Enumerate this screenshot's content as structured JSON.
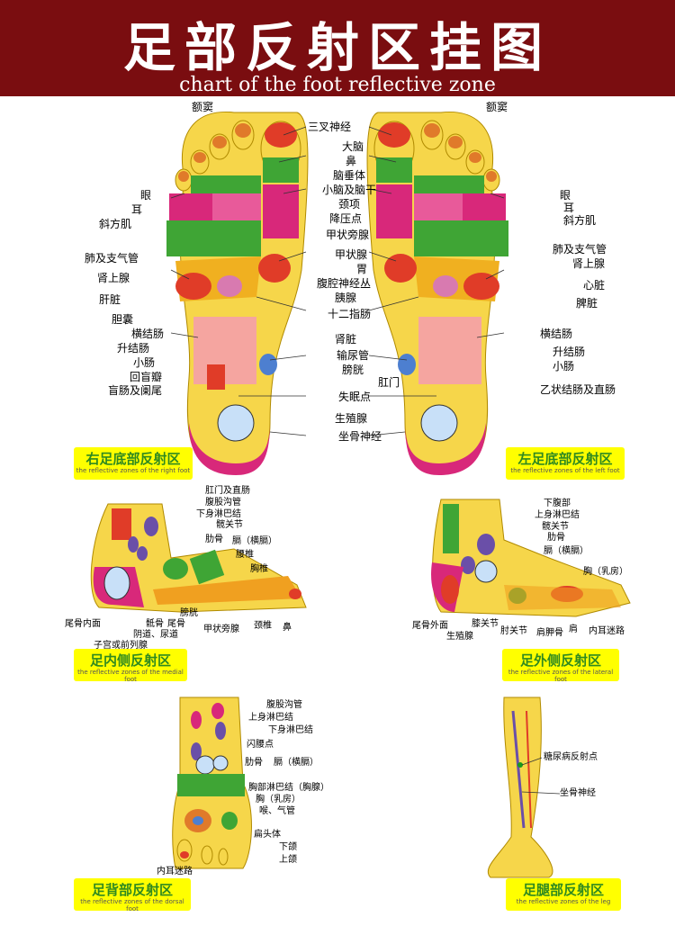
{
  "header": {
    "title": "足部反射区挂图",
    "subtitle": "chart of the foot reflective zone"
  },
  "panels": {
    "right_sole": {
      "title": "右足底部反射区",
      "subtitle": "the reflective zones of the right foot"
    },
    "left_sole": {
      "title": "左足底部反射区",
      "subtitle": "the reflective zones of the left foot"
    },
    "medial": {
      "title": "足内侧反射区",
      "subtitle": "the reflective zones of the medial foot"
    },
    "lateral": {
      "title": "足外侧反射区",
      "subtitle": "the reflective zones of the lateral foot"
    },
    "dorsal": {
      "title": "足背部反射区",
      "subtitle": "the reflective zones of the dorsal foot"
    },
    "leg": {
      "title": "足腿部反射区",
      "subtitle": "the reflective zones of the leg"
    }
  },
  "sole_labels": {
    "left_side": [
      "额窦",
      "眼",
      "耳",
      "斜方肌",
      "肺及支气管",
      "肾上腺",
      "肝脏",
      "胆囊",
      "横结肠",
      "升结肠",
      "小肠",
      "回盲瓣",
      "盲肠及阑尾"
    ],
    "center": [
      "三叉神经",
      "大脑",
      "鼻",
      "脑垂体",
      "小脑及脑干",
      "颈项",
      "降压点",
      "甲状旁腺",
      "甲状腺",
      "胃",
      "腹腔神经丛",
      "胰腺",
      "十二指肠",
      "肾脏",
      "输尿管",
      "膀胱",
      "失眠点",
      "生殖腺",
      "坐骨神经"
    ],
    "right_side": [
      "额窦",
      "眼",
      "耳",
      "斜方肌",
      "肺及支气管",
      "肾上腺",
      "心脏",
      "脾脏",
      "横结肠",
      "升结肠",
      "小肠",
      "肛门",
      "乙状结肠及直肠"
    ]
  },
  "medial_labels": [
    "肛门及直肠",
    "腹股沟管",
    "下身淋巴结",
    "髋关节",
    "肋骨",
    "膈（横膈）",
    "腰椎",
    "胸椎",
    "膀胱",
    "尾骨内面",
    "骶骨",
    "尾骨",
    "阴道、尿道",
    "子宫或前列腺",
    "甲状旁腺",
    "颈椎",
    "鼻"
  ],
  "lateral_labels": [
    "下腹部",
    "上身淋巴结",
    "髋关节",
    "肋骨",
    "膈（横膈）",
    "胸（乳房）",
    "尾骨外面",
    "生殖腺",
    "膝关节",
    "肘关节",
    "肩胛骨",
    "肩",
    "内耳迷路"
  ],
  "dorsal_labels": [
    "腹股沟管",
    "上身淋巴结",
    "下身淋巴结",
    "闪腰点",
    "肋骨",
    "膈（横膈）",
    "胸部淋巴结（胸腺）",
    "胸（乳房）",
    "喉、气管",
    "扁头体",
    "下颌",
    "上颌",
    "内耳迷路"
  ],
  "leg_labels": [
    "糖尿病反射点",
    "坐骨神经"
  ],
  "colors": {
    "header": "#7a0d10",
    "caption_bg": "#ffff00",
    "caption_text": "#2f8a1f",
    "skin": "#f6d64a"
  }
}
